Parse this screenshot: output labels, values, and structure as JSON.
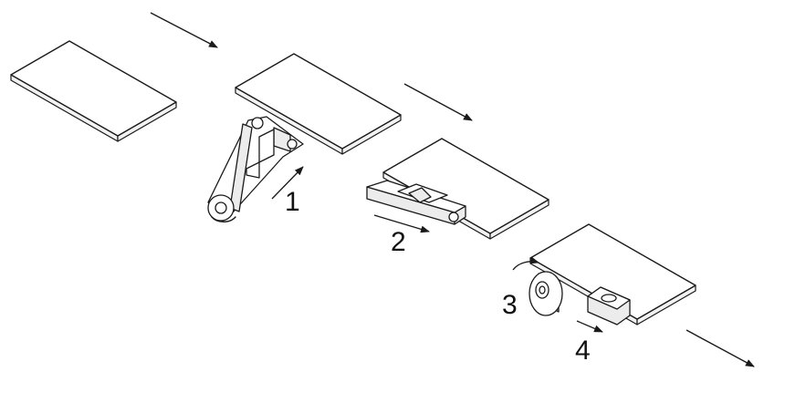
{
  "diagram": {
    "steps": [
      {
        "number": "1"
      },
      {
        "number": "2"
      },
      {
        "number": "3"
      },
      {
        "number": "4"
      }
    ]
  }
}
